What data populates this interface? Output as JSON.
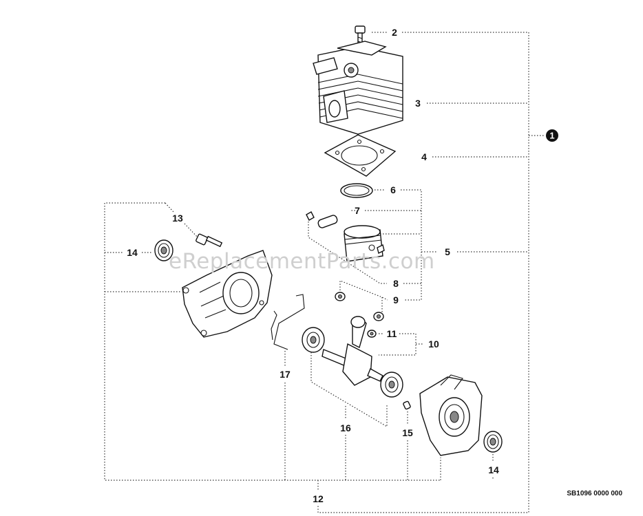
{
  "labels": {
    "p1": "1",
    "p2": "2",
    "p3": "3",
    "p4": "4",
    "p5": "5",
    "p6": "6",
    "p7": "7",
    "p8": "8",
    "p9": "9",
    "p10": "10",
    "p11": "11",
    "p12": "12",
    "p13": "13",
    "p14a": "14",
    "p14b": "14",
    "p15": "15",
    "p16": "16",
    "p17": "17"
  },
  "watermark": "eReplacementParts.com",
  "reference_code": "SB1096 0000 000"
}
